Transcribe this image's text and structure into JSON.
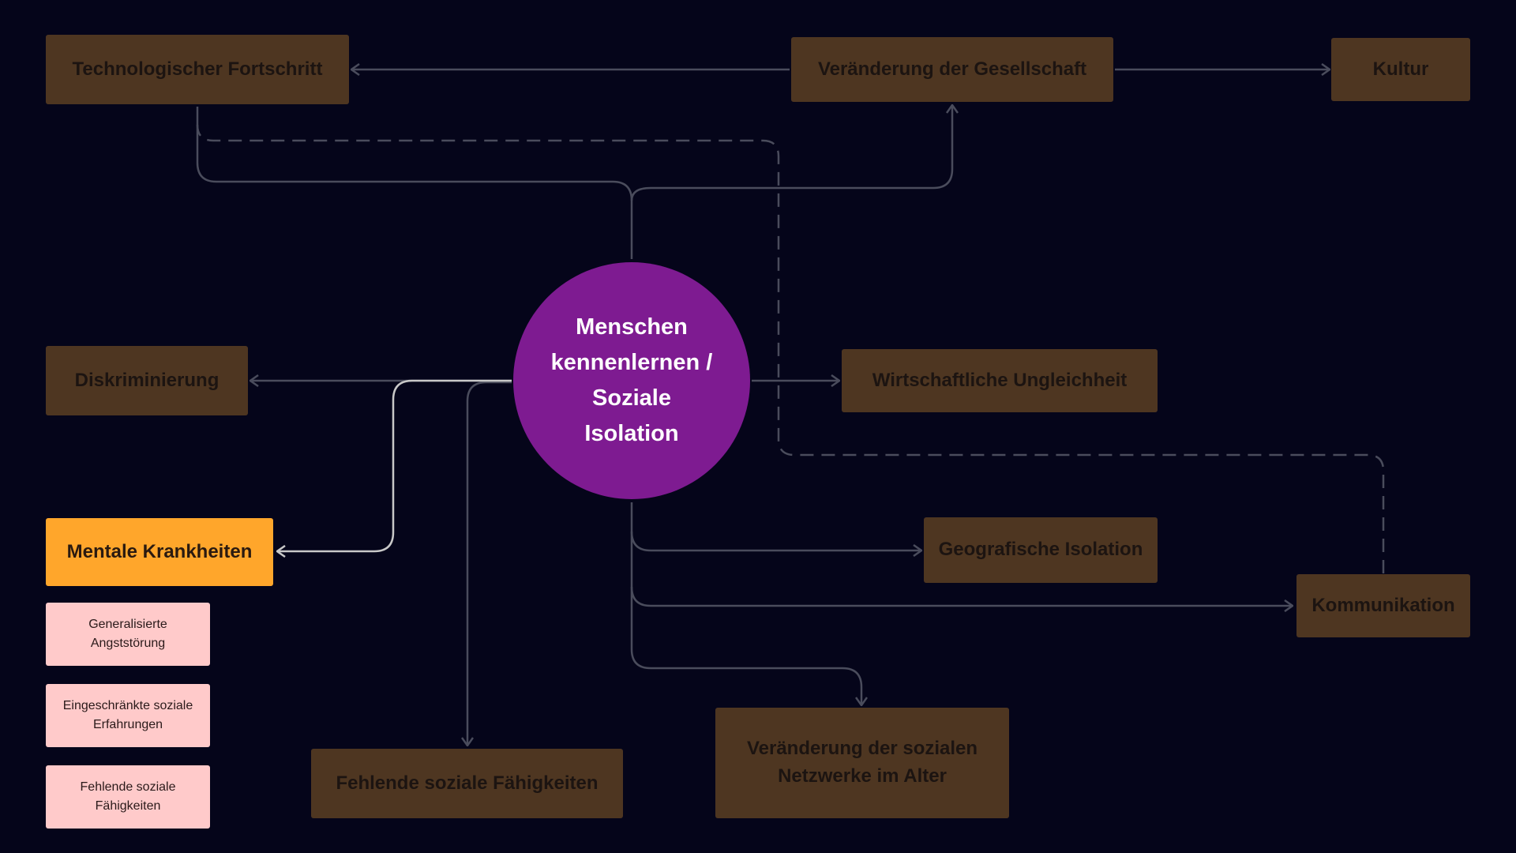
{
  "colors": {
    "background": "#05051a",
    "node_brown": "#4e3621",
    "node_orange": "#ffa62b",
    "node_pink": "#ffcaca",
    "center": "#7e1b91",
    "connector": "#4a4c5c",
    "connector_highlight": "#c8c8c8"
  },
  "center": {
    "label": "Menschen kennenlernen / Soziale Isolation"
  },
  "nodes": {
    "technologischer_fortschritt": "Technologischer Fortschritt",
    "veraenderung_gesellschaft": "Veränderung der Gesellschaft",
    "kultur": "Kultur",
    "diskriminierung": "Diskriminierung",
    "wirtschaftliche_ungleichheit": "Wirtschaftliche Ungleichheit",
    "mentale_krankheiten": "Mentale Krankheiten",
    "geografische_isolation": "Geografische Isolation",
    "kommunikation": "Kommunikation",
    "fehlende_soziale_faehigkeiten": "Fehlende soziale Fähigkeiten",
    "netzwerke_im_alter": "Veränderung der sozialen Netzwerke im Alter"
  },
  "sub_items": {
    "angststoerung": "Generalisierte Angststörung",
    "eingeschraenkte_erfahrungen": "Eingeschränkte soziale Erfahrungen",
    "fehlende_faehigkeiten": "Fehlende soziale Fähigkeiten"
  }
}
